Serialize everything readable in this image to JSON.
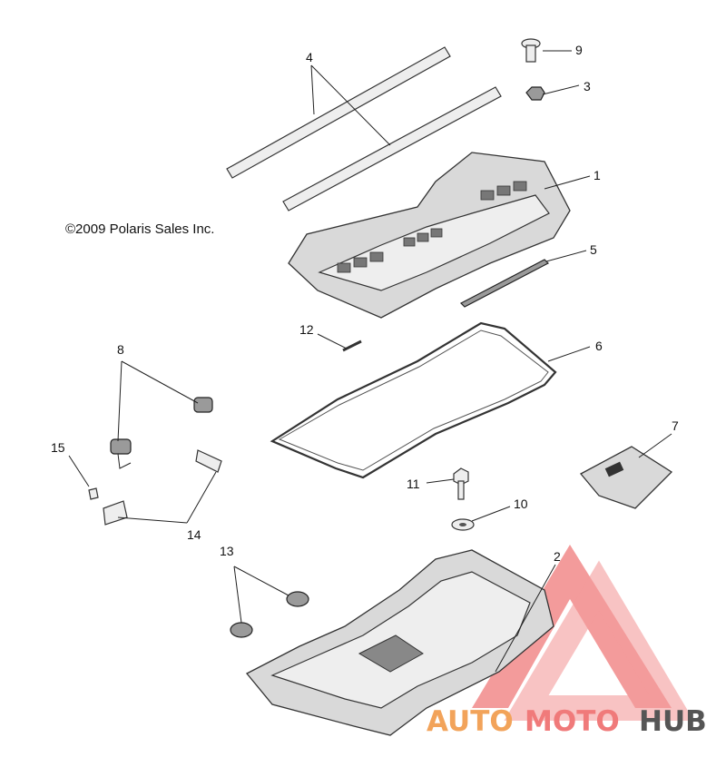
{
  "copyright": "©2009 Polaris Sales Inc.",
  "callouts": [
    {
      "id": "1",
      "label": "1"
    },
    {
      "id": "2",
      "label": "2"
    },
    {
      "id": "3",
      "label": "3"
    },
    {
      "id": "4",
      "label": "4"
    },
    {
      "id": "5",
      "label": "5"
    },
    {
      "id": "6",
      "label": "6"
    },
    {
      "id": "7",
      "label": "7"
    },
    {
      "id": "8",
      "label": "8"
    },
    {
      "id": "9",
      "label": "9"
    },
    {
      "id": "10",
      "label": "10"
    },
    {
      "id": "11",
      "label": "11"
    },
    {
      "id": "12",
      "label": "12"
    },
    {
      "id": "13",
      "label": "13"
    },
    {
      "id": "14",
      "label": "14"
    },
    {
      "id": "15",
      "label": "15"
    }
  ],
  "watermark": {
    "part1": "AUTO",
    "part2": "MOTO",
    "part3": "HUB",
    "color_primary": "#f2a35a",
    "color_secondary": "#555555",
    "logo_color": "#f07a7a"
  }
}
